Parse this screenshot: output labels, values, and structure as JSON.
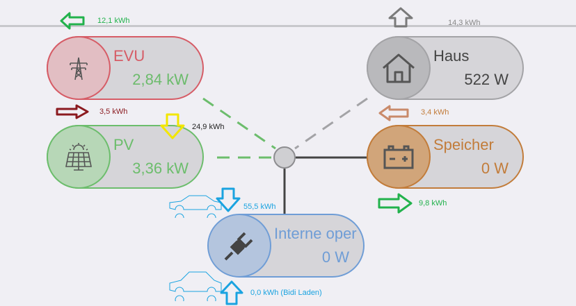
{
  "nodes": {
    "evu": {
      "name": "EVU",
      "value": "2,84 kW",
      "energy": "12,1 kWh",
      "energy2": "3,5 kWh"
    },
    "pv": {
      "name": "PV",
      "value": "3,36 kW",
      "energy": "24,9 kWh"
    },
    "haus": {
      "name": "Haus",
      "value": "522 W",
      "energy": "14,3 kWh"
    },
    "speicher": {
      "name": "Speicher",
      "value": "0 W",
      "energy_in": "3,4 kWh",
      "energy_out": "9,8 kWh"
    },
    "interne": {
      "name": "Interne oper",
      "value": "0 W",
      "energy_charge": "55,5 kWh",
      "energy_bidi": "0,0 kWh (Bidi Laden)"
    }
  },
  "colors": {
    "evu": "#d65c66",
    "pv": "#6cbd6c",
    "haus": "#a3a3a6",
    "speicher": "#c27c3a",
    "interne": "#6f9dd6",
    "arrow_green": "#22b24c",
    "arrow_darkred": "#8b1a1f",
    "arrow_yellow": "#f2e600",
    "arrow_gray": "#7a7a7a",
    "arrow_brown": "#c98a6a",
    "arrow_blue": "#1aa3e0"
  },
  "icons": {
    "evu": "power-tower-icon",
    "pv": "solar-panel-icon",
    "haus": "house-icon",
    "speicher": "battery-icon",
    "interne": "plug-icon"
  }
}
